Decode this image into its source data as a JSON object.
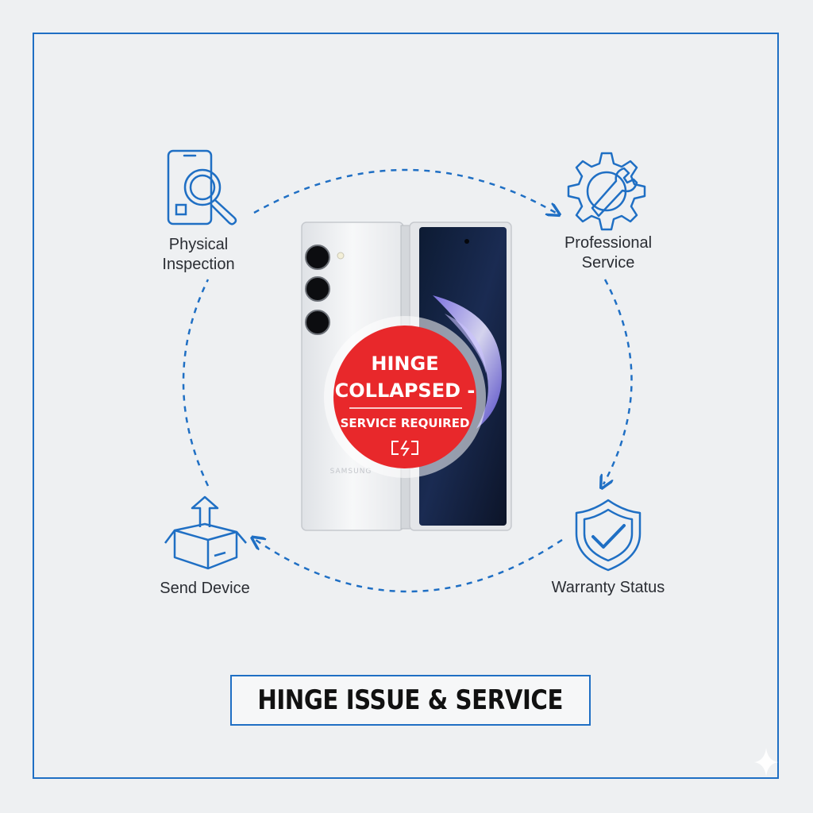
{
  "colors": {
    "accent": "#1f6fc4",
    "badge": "#e8282b",
    "background": "#eef0f2"
  },
  "steps": [
    {
      "label": "Physical\nInspection",
      "icon": "phone-magnifier-icon"
    },
    {
      "label": "Professional\nService",
      "icon": "gear-wrench-icon"
    },
    {
      "label": "Warranty Status",
      "icon": "shield-check-icon"
    },
    {
      "label": "Send Device",
      "icon": "box-upload-icon"
    }
  ],
  "badge": {
    "line1": "HINGE",
    "line2": "COLLAPSED -",
    "line3": "SERVICE REQUIRED",
    "icon": "broken-link-icon"
  },
  "device": {
    "brand": "SAMSUNG"
  },
  "title": "HINGE ISSUE & SERVICE",
  "corner_icon": "sparkle-icon"
}
